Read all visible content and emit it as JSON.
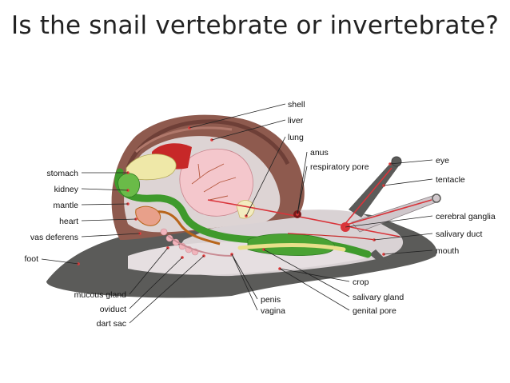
{
  "title": "Is the snail vertebrate or invertebrate?",
  "labels": {
    "shell": "shell",
    "liver": "liver",
    "lung": "lung",
    "anus": "anus",
    "respiratory_pore": "respiratory pore",
    "eye": "eye",
    "tentacle": "tentacle",
    "cerebral_ganglia": "cerebral ganglia",
    "salivary_duct": "salivary duct",
    "mouth": "mouth",
    "crop": "crop",
    "salivary_gland": "salivary gland",
    "genital_pore": "genital pore",
    "penis": "penis",
    "vagina": "vagina",
    "stomach": "stomach",
    "kidney": "kidney",
    "mantle": "mantle",
    "heart": "heart",
    "vas_deferens": "vas deferens",
    "foot": "foot",
    "mucous_gland": "mucous gland",
    "oviduct": "oviduct",
    "dart_sac": "dart sac"
  },
  "colors": {
    "body": "#5b5b59",
    "shell": "#8e5a4e",
    "shell_dark": "#6e3f37",
    "interior": "#ddd4d4",
    "liver": "#f4c7cc",
    "gut_green": "#3f9a2c",
    "gland_yellow": "#e8e08a",
    "gland_red": "#c72828",
    "nerve_red": "#d9343a",
    "dot": "#e23b3b"
  }
}
